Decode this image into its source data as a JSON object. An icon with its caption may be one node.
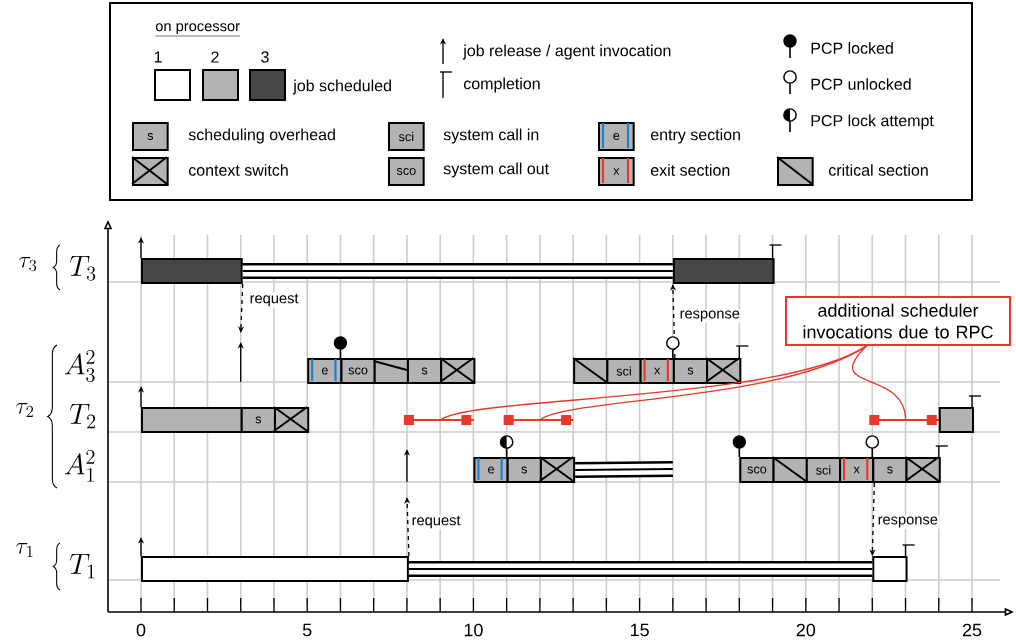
{
  "diagram": {
    "nodes": [
      {
        "text": [],
        "shape": "box"
      },
      {
        "text": [],
        "shape": "box"
      },
      {
        "text": [
          "additional scheduler invocations due to RPC"
        ]
      },
      {
        "text": [
          "e"
        ]
      },
      {
        "text": [
          "sco"
        ]
      },
      {
        "text": [],
        "shape": "box"
      },
      {
        "text": [
          "s"
        ]
      },
      {
        "text": [],
        "shape": "box"
      },
      {
        "text": [],
        "shape": "box"
      },
      {
        "text": [
          "sci"
        ]
      },
      {
        "text": [
          "x"
        ]
      },
      {
        "text": [
          "s"
        ]
      },
      {
        "text": [],
        "shape": "box"
      },
      {
        "text": [],
        "shape": "box"
      },
      {
        "text": [
          "s"
        ]
      },
      {
        "text": [],
        "shape": "box"
      },
      {
        "text": [],
        "shape": "bar"
      },
      {
        "text": [],
        "shape": "bar"
      },
      {
        "text": [],
        "shape": "bar"
      },
      {
        "text": [],
        "shape": "box"
      },
      {
        "text": [
          "e"
        ]
      },
      {
        "text": [
          "s"
        ]
      },
      {
        "text": [],
        "shape": "box"
      },
      {
        "text": [
          "sco"
        ]
      },
      {
        "text": [],
        "shape": "box"
      },
      {
        "text": [
          "sci"
        ]
      },
      {
        "text": [
          "x"
        ]
      },
      {
        "text": [
          "s"
        ]
      },
      {
        "text": [],
        "shape": "box"
      },
      {
        "text": [],
        "shape": "box"
      },
      {
        "text": [],
        "shape": "box"
      }
    ],
    "edges": [
      {
        "from": 0,
        "to": null,
        "arrow": "to",
        "label": "request",
        "style": "dashed"
      },
      {
        "from": 10,
        "to": 1,
        "arrow": "to",
        "label": "response",
        "style": "dashed"
      },
      {
        "from": 29,
        "to": null,
        "arrow": "to",
        "label": "request",
        "style": "dashed"
      },
      {
        "from": 26,
        "to": 30,
        "arrow": "to",
        "label": "response",
        "style": "dashed"
      },
      {
        "from": 2,
        "to": 16,
        "arrow": "none",
        "color": "#e8382a"
      },
      {
        "from": 2,
        "to": 17,
        "arrow": "none",
        "color": "#e8382a"
      },
      {
        "from": 2,
        "to": 18,
        "arrow": "none",
        "color": "#e8382a"
      },
      {
        "from": 0,
        "to": 1,
        "arrow": "none",
        "style": "thick"
      },
      {
        "from": 22,
        "to": null,
        "arrow": "none",
        "style": "thick"
      },
      {
        "from": 29,
        "to": 30,
        "arrow": "none",
        "style": "thick"
      }
    ],
    "labels": [
      "on processor",
      "1",
      "2",
      "3",
      "s",
      "sci",
      "e",
      "sco",
      "x",
      "\\tau_{3}",
      "T_{3}",
      "A_{3}^{2}",
      "\\tau_{2}",
      "T_{2}",
      "A_{1}^{2}",
      "\\tau_{1}",
      "T_{1}",
      "0",
      "5",
      "10",
      "15",
      "20",
      "25"
    ],
    "legend": [
      {
        "text": "job scheduled"
      },
      {
        "text": "job release / agent invocation"
      },
      {
        "text": "completion"
      },
      {
        "text": "PCP locked"
      },
      {
        "text": "PCP unlocked"
      },
      {
        "text": "PCP lock attempt"
      },
      {
        "text": "scheduling overhead"
      },
      {
        "text": "context switch"
      },
      {
        "text": "system call in"
      },
      {
        "text": "system call out"
      },
      {
        "text": "entry section"
      },
      {
        "text": "exit section"
      },
      {
        "text": "critical section"
      }
    ]
  }
}
